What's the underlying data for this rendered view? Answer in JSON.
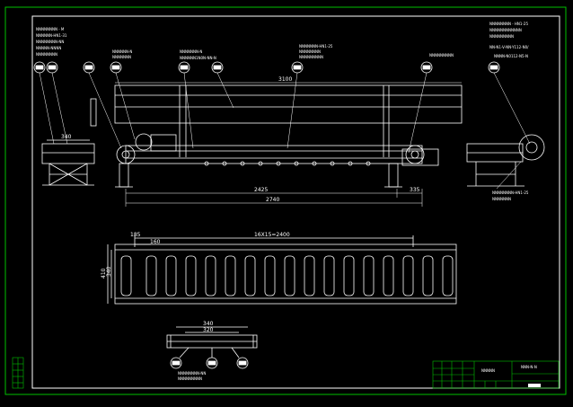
{
  "drawing": {
    "background": "#000000",
    "border_color": "#00c000",
    "line_color": "#ffffff",
    "dim_color": "#ffffff"
  },
  "dimensions": {
    "top_overall": "3100",
    "side_left": "340",
    "side_depth": "2425",
    "side_tail": "335",
    "overall_length": "2740",
    "plan_185": "185",
    "plan_pitch": "160",
    "plan_repeat": "16X15=2400",
    "plan_width": "340",
    "plan_height": "410",
    "detail_top": "340",
    "detail_inner": "320"
  },
  "notes": {
    "top_left": [
      "NNNNNNNN - M",
      "NNNNNN-HN1-31",
      "NNNNNNNN-NN",
      "NNNNN-NNNN",
      "NNNNNNNN"
    ],
    "top_right": [
      "NNNNNNNN - HN1-25",
      "NNNNNNNNNNNN",
      "NNNNNNNNN",
      "NN-N1-V-NN-Y112-N0/",
      "NNNN-N0112-N5-N"
    ],
    "callout_a": [
      "NNNNNN-N",
      "NNNNNNN"
    ],
    "callout_b": [
      "NNNNNNN-N",
      "NNNNNN1N0N-NN-N"
    ],
    "callout_c": [
      "NNNNNNN-HN1-25",
      "NNNNNNNN",
      "NNNNNNNNN"
    ],
    "callout_d": "NNNNNNNNN",
    "callout_e": [
      "NNNNNNNN-HN1-25",
      "NNNNNNN"
    ],
    "bottom_detail": [
      "NNNNNNNN-NN",
      "NNNNNNNNN"
    ]
  },
  "title_block": {
    "title": "NNNNN",
    "drawing_no": "NNN-N-N"
  }
}
